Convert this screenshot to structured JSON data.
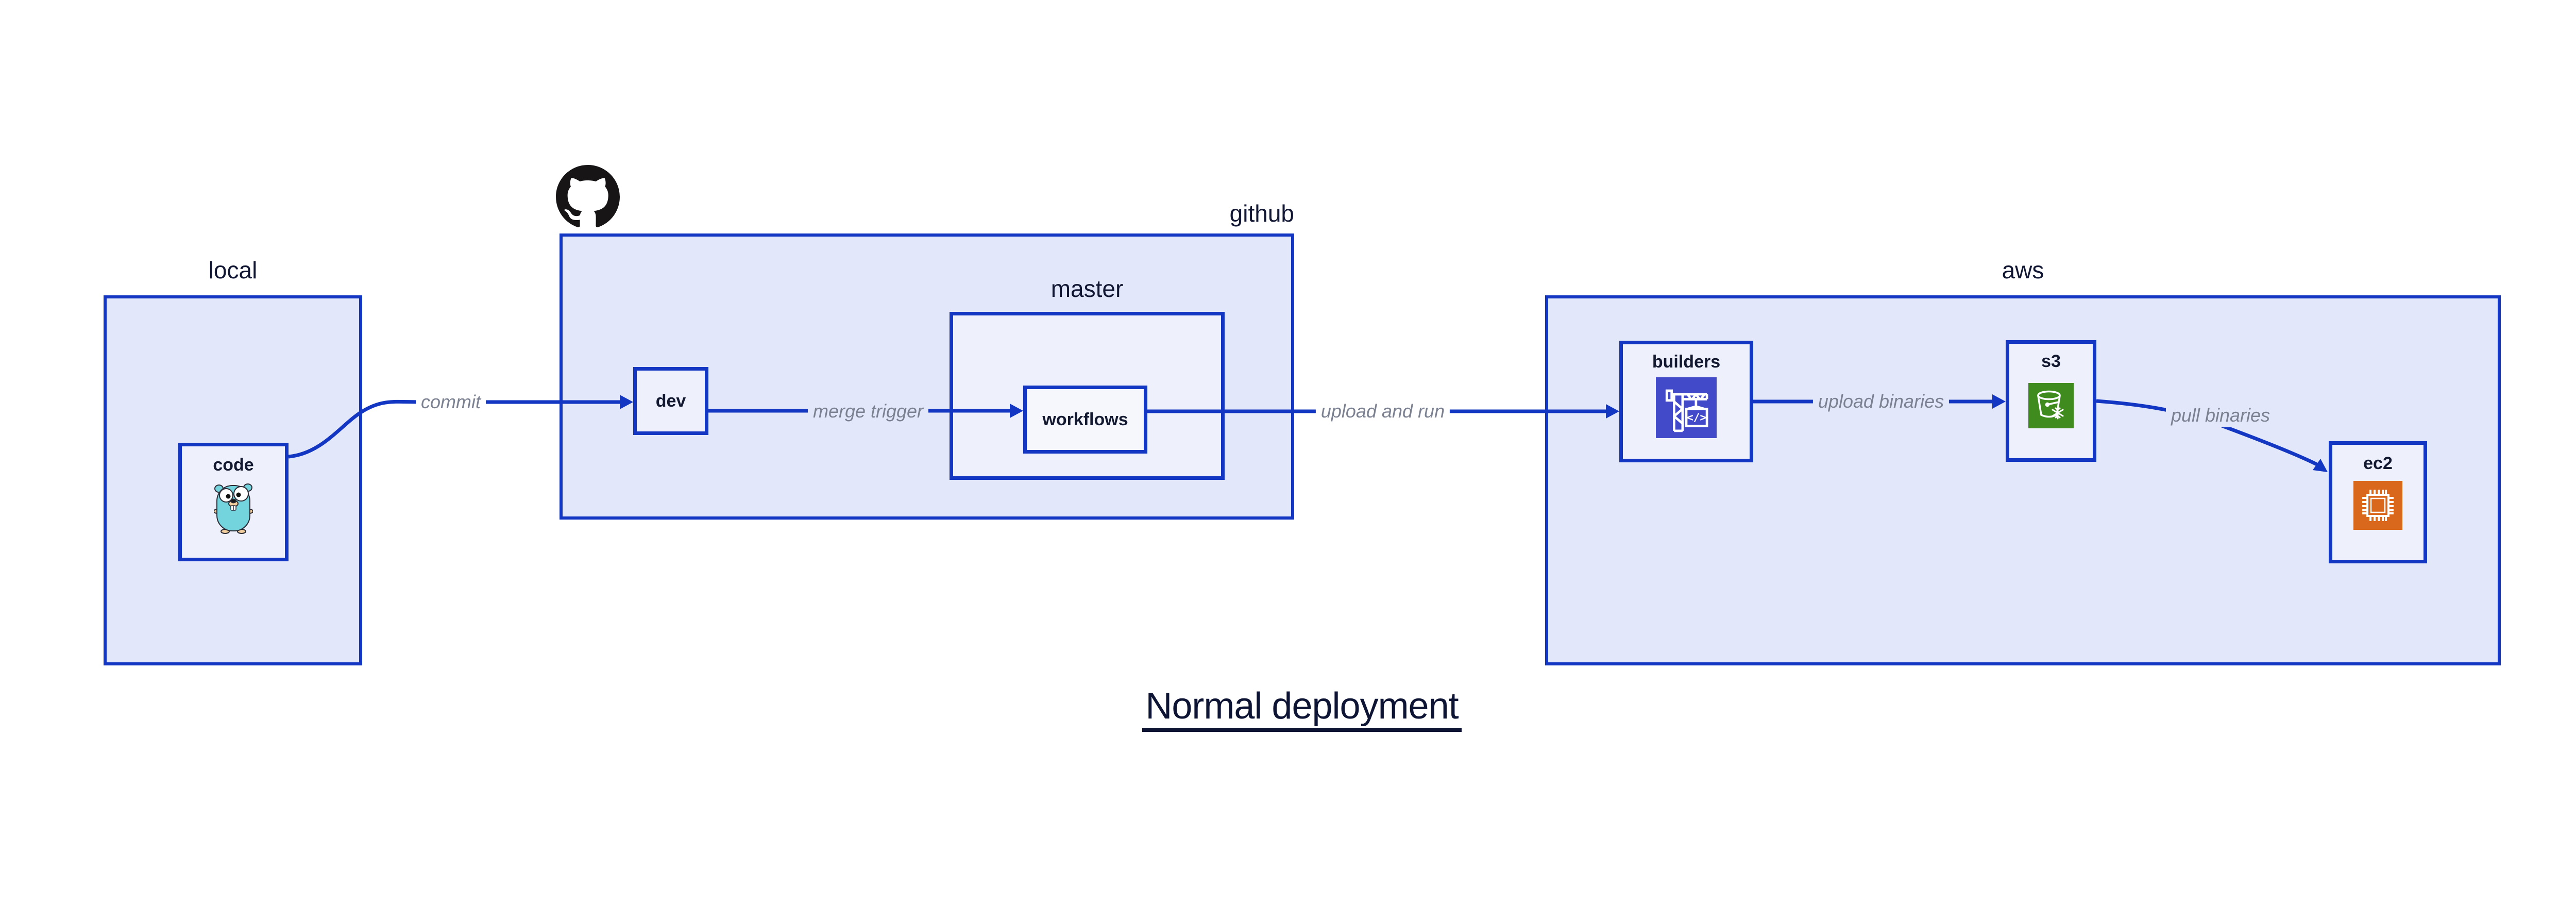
{
  "title": {
    "text": "Normal deployment"
  },
  "containers": {
    "local": {
      "label": "local"
    },
    "github": {
      "label": "github"
    },
    "master": {
      "label": "master"
    },
    "aws": {
      "label": "aws"
    }
  },
  "nodes": {
    "code": {
      "label": "code"
    },
    "dev": {
      "label": "dev"
    },
    "workflows": {
      "label": "workflows"
    },
    "builders": {
      "label": "builders",
      "icon_glyph": "</>"
    },
    "s3": {
      "label": "s3"
    },
    "ec2": {
      "label": "ec2"
    }
  },
  "edges": {
    "commit": {
      "label": "commit"
    },
    "merge_trigger": {
      "label": "merge trigger"
    },
    "upload_and_run": {
      "label": "upload and run"
    },
    "upload_binaries": {
      "label": "upload binaries"
    },
    "pull_binaries": {
      "label": "pull binaries"
    }
  },
  "icons": {
    "github_logo": "github-octocat-icon",
    "code": "go-gopher-icon",
    "builders": "codebuild-crane-icon",
    "s3": "s3-bucket-snowflake-icon",
    "ec2": "ec2-chip-icon"
  },
  "colors": {
    "accent_blue": "#1337c2",
    "container_fill": "#e2e8fa",
    "node_fill": "#eef1fc",
    "inner_node_fill": "#f5f7fd",
    "edge_label_gray": "#7b8191",
    "text_dark_navy": "#121733",
    "builders_icon_bg": "#434ac9",
    "s3_icon_bg": "#3f8b1e",
    "ec2_icon_bg": "#d9671c",
    "octocat_black": "#171515",
    "gopher_teal": "#74d4de"
  }
}
